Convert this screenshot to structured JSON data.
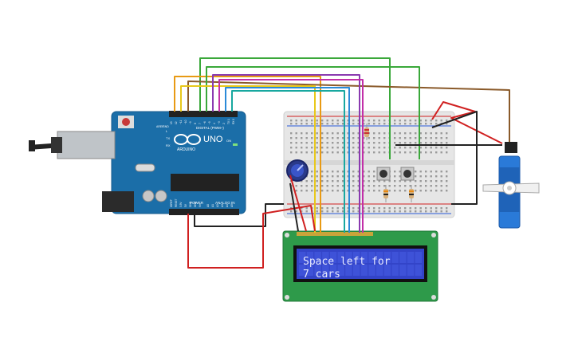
{
  "arduino": {
    "brand": "ARDUINO",
    "model": "UNO",
    "digital_label": "DIGITAL (PWM~)",
    "power_label": "POWER",
    "analog_label": "ANALOG IN",
    "tx_label": "TX",
    "rx_label": "RX",
    "l_label": "L",
    "on_label": "ON",
    "aref_label": "AREF",
    "gnd_label": "GND",
    "digital_pins": [
      "13",
      "12",
      "~11",
      "~10",
      "~9",
      "8",
      "7",
      "~6",
      "~5",
      "4",
      "~3",
      "2",
      "TX 1",
      "RX 0"
    ],
    "power_pins": [
      "IOREF",
      "RESET",
      "3.3V",
      "5V",
      "GND",
      "GND",
      "Vin"
    ],
    "analog_pins": [
      "A0",
      "A1",
      "A2",
      "A3",
      "A4",
      "A5"
    ]
  },
  "lcd": {
    "line1": "Space left for",
    "line2": "7 cars"
  },
  "colors": {
    "arduino_board": "#1b6ea8",
    "lcd_board": "#2e9a4a",
    "lcd_screen": "#3344c8",
    "lcd_text": "#e8eaff",
    "wire_red": "#d02020",
    "wire_black": "#222222",
    "wire_green": "#3aa83a",
    "wire_orange": "#e89a14",
    "wire_yellow": "#e8c81a",
    "wire_purple": "#8a3ab0",
    "wire_magenta": "#c22fa8",
    "wire_blue": "#2a8ad8",
    "wire_teal": "#18a8a0",
    "wire_brown": "#8a5a2a",
    "servo": "#2a7ad8"
  }
}
